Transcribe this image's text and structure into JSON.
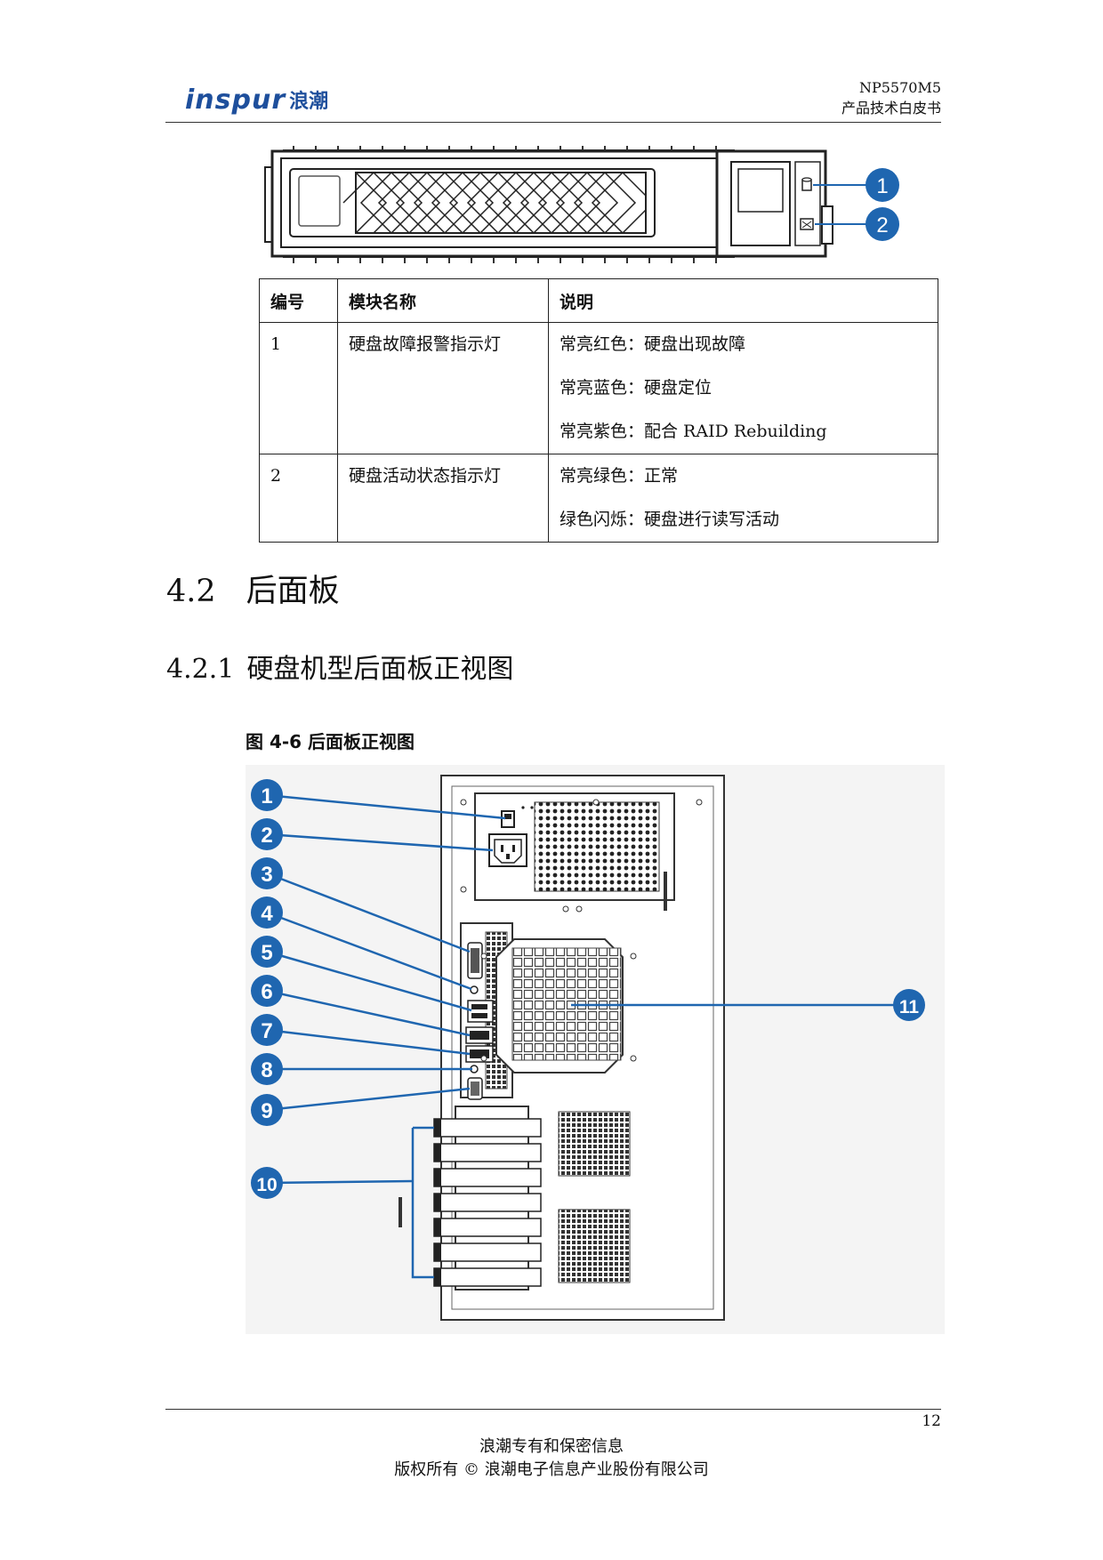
{
  "header": {
    "logo_text": "inspur",
    "logo_cn": "浪潮",
    "model": "NP5570M5",
    "doc_title": "产品技术白皮书"
  },
  "drive_figure": {
    "callouts": [
      "1",
      "2"
    ]
  },
  "table": {
    "headers": [
      "编号",
      "模块名称",
      "说明"
    ],
    "rows": [
      {
        "num": "1",
        "name": "硬盘故障报警指示灯",
        "desc": [
          "常亮红色：硬盘出现故障",
          "常亮蓝色：硬盘定位",
          "常亮紫色：配合 RAID Rebuilding"
        ]
      },
      {
        "num": "2",
        "name": "硬盘活动状态指示灯",
        "desc": [
          "常亮绿色：正常",
          "绿色闪烁：硬盘进行读写活动"
        ]
      }
    ]
  },
  "section": {
    "num": "4.2",
    "title": "后面板"
  },
  "subsection": {
    "num": "4.2.1",
    "title": "硬盘机型后面板正视图"
  },
  "figure_caption": "图 4-6  后面板正视图",
  "rear_figure": {
    "callouts": [
      "1",
      "2",
      "3",
      "4",
      "5",
      "6",
      "7",
      "8",
      "9",
      "10",
      "11"
    ]
  },
  "footer": {
    "page_number": "12",
    "line1": "浪潮专有和保密信息",
    "line2": "版权所有 © 浪潮电子信息产业股份有限公司"
  },
  "colors": {
    "brand": "#1e4f9c",
    "callout": "#1f66b0"
  }
}
